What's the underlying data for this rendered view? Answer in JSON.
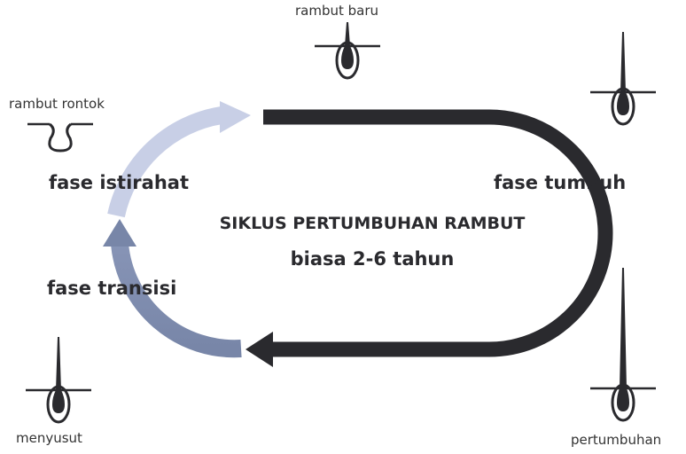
{
  "title": "SIKLUS PERTUMBUHAN RAMBUT",
  "subtitle": "biasa 2-6 tahun",
  "phases": {
    "growth": "fase tumbuh",
    "transition": "fase transisi",
    "rest": "fase istirahat"
  },
  "stages": {
    "new_hair": "rambut baru",
    "shedding": "rambut rontok",
    "shrinking": "menyusut",
    "growing": "pertumbuhan"
  },
  "colors": {
    "dark": "#2a2a2e",
    "transition": "#7886a8",
    "rest": "#c8cfe6"
  }
}
